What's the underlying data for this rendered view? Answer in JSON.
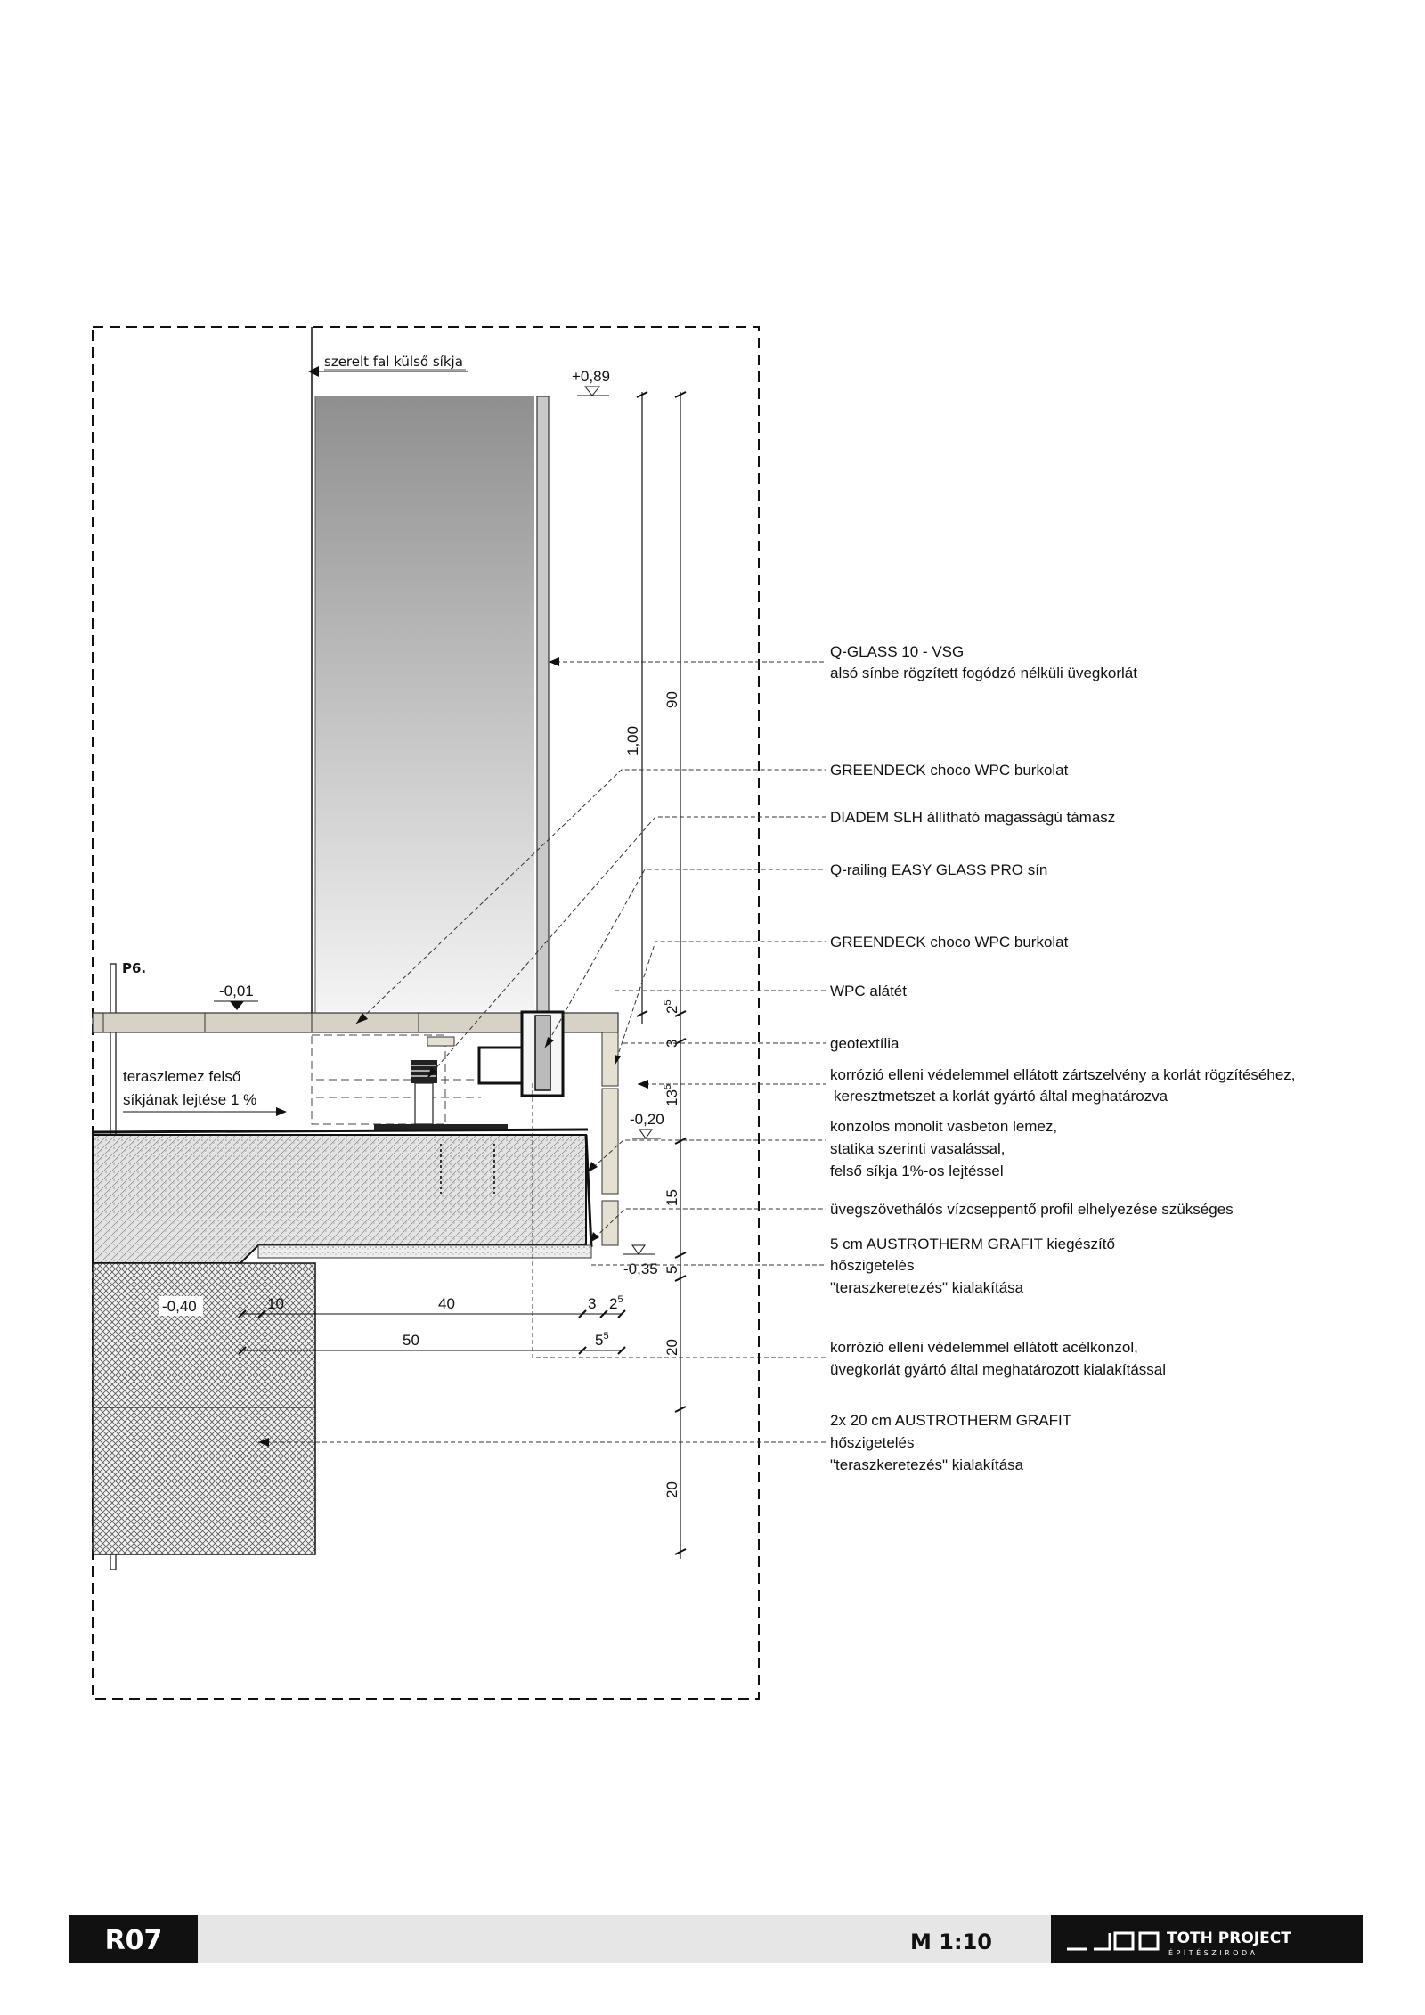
{
  "labels": {
    "wall_plane": "szerelt fal külső síkja",
    "p6": "P6.",
    "slope_line1": "teraszlemez felső",
    "slope_line2": "síkjának lejtése 1 %"
  },
  "levels": {
    "top": "+0,89",
    "deck": "-0,01",
    "slab_edge": "-0,20",
    "slab_bottom": "-0,35",
    "insulation": "-0,40"
  },
  "dimensions": {
    "d100": "1,00",
    "d90": "90",
    "d2_5": "2",
    "d2_5_sup": "5",
    "d3": "3",
    "d13_5": "13",
    "d13_5_sup": "5",
    "d15": "15",
    "d5": "5",
    "d20a": "20",
    "d20b": "20",
    "h10": "10",
    "h40": "40",
    "h50": "50",
    "h3": "3",
    "h2_5": "2",
    "h2_5_sup": "5",
    "h5_5": "5",
    "h5_5_sup": "5"
  },
  "annotations": {
    "qglass_1": "Q-GLASS 10 - VSG",
    "qglass_2": "alsó sínbe rögzített fogódzó nélküli üvegkorlát",
    "greendeck_1": "GREENDECK choco WPC burkolat",
    "diadem": "DIADEM SLH állítható magasságú támasz",
    "qrailing": "Q-railing EASY GLASS PRO sín",
    "greendeck_2": "GREENDECK choco WPC burkolat",
    "wpc": "WPC alátét",
    "geotextil": "geotextília",
    "korrozio1_1": "korrózió elleni védelemmel ellátott zártszelvény a korlát rögzítéséhez,",
    "korrozio1_2": "keresztmetszet a korlát gyártó által meghatározva",
    "konzolos_1": "konzolos monolit vasbeton lemez,",
    "konzolos_2": "statika szerinti vasalással,",
    "konzolos_3": "felső síkja 1%-os lejtéssel",
    "uvegszovet": "üvegszövethálós vízcseppentő profil elhelyezése szükséges",
    "austro5_1": "5 cm AUSTROTHERM GRAFIT kiegészítő",
    "austro5_2": "hőszigetelés",
    "austro5_3": "\"teraszkeretezés\" kialakítása",
    "acelkonzol_1": "korrózió elleni védelemmel ellátott acélkonzol,",
    "acelkonzol_2": "üvegkorlát gyártó által meghatározott kialakítással",
    "austro20_1": "2x 20 cm AUSTROTHERM GRAFIT",
    "austro20_2": "hőszigetelés",
    "austro20_3": "\"teraszkeretezés\" kialakítása"
  },
  "titleblock": {
    "sheet_code": "R07",
    "scale": "M 1:10",
    "company": "TOTH PROJECT",
    "company_sub": "ÉPÍTÉSZIRODA"
  },
  "colors": {
    "ink": "#111111",
    "titlebar": "#e6e6e6",
    "glass_top": "#8f8f8f",
    "glass_bottom": "#f2f2f2",
    "deck": "#d8d2c6"
  }
}
